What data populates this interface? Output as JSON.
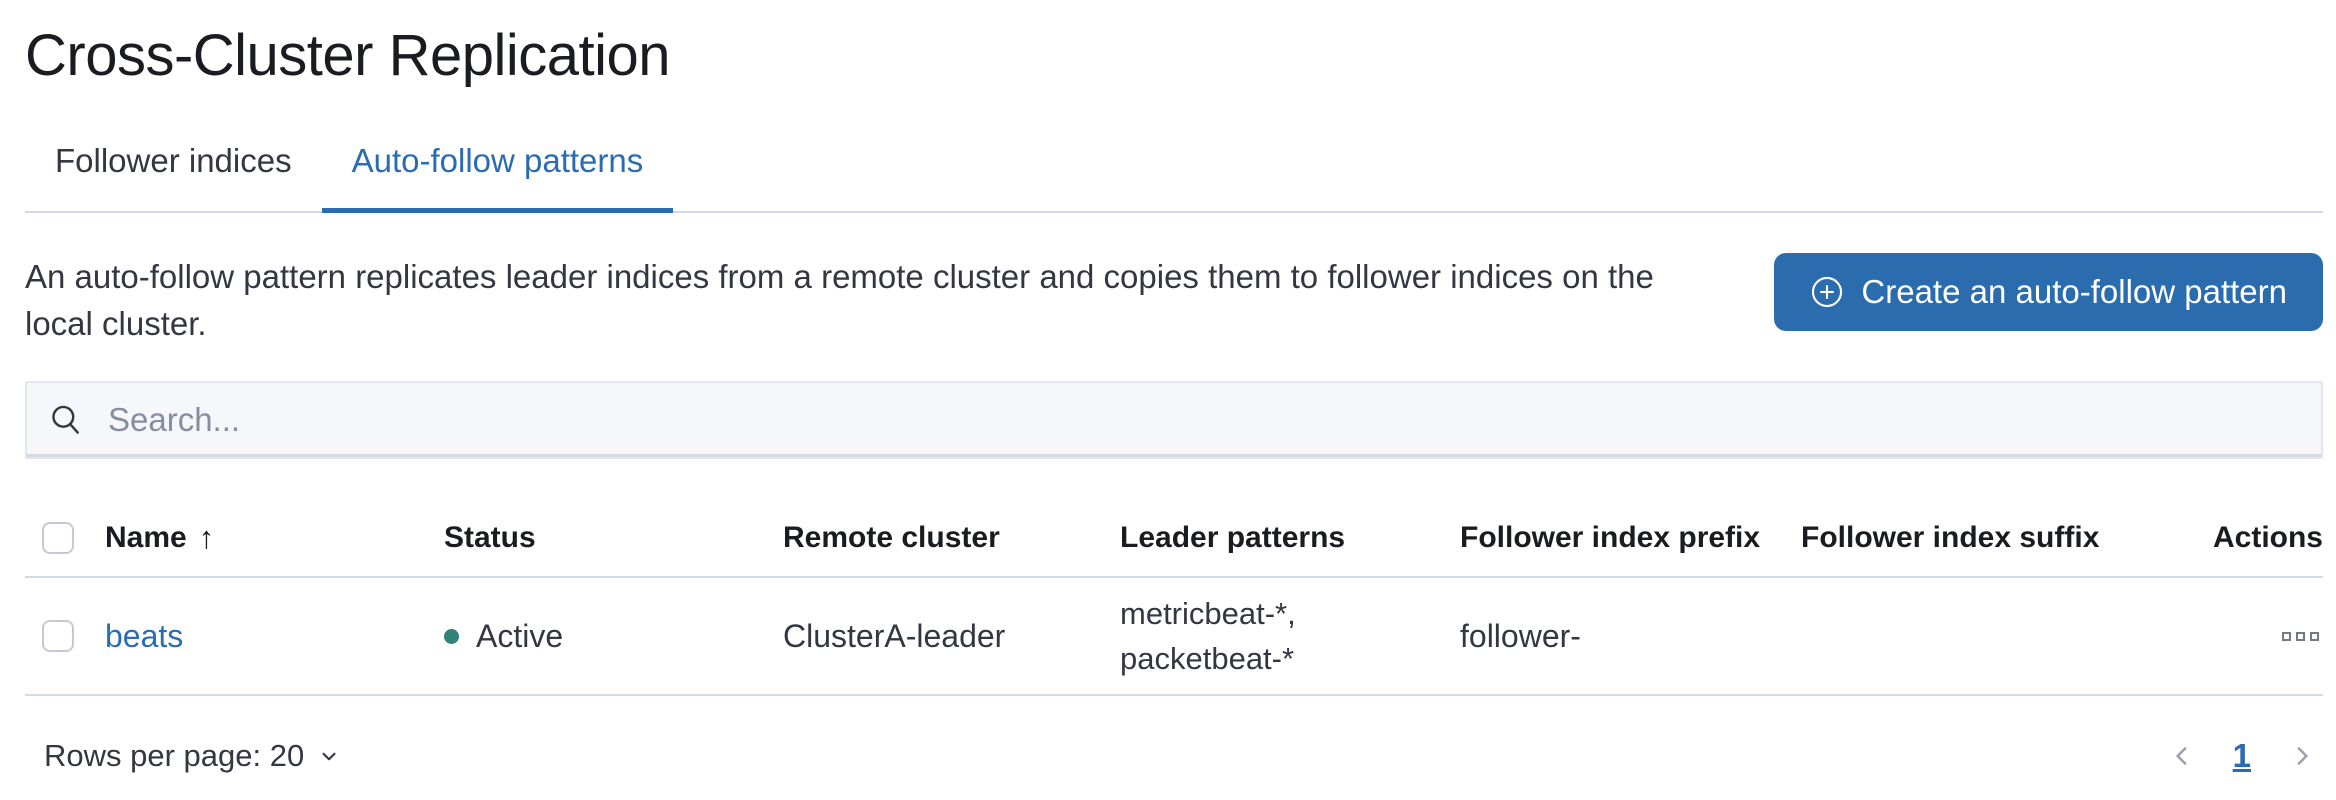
{
  "page": {
    "title": "Cross-Cluster Replication"
  },
  "tabs": [
    {
      "label": "Follower indices",
      "active": false
    },
    {
      "label": "Auto-follow patterns",
      "active": true
    }
  ],
  "description_lines": [
    "An auto-follow pattern replicates leader indices from a remote cluster and copies them to follower indices on the",
    "local cluster."
  ],
  "create_button": {
    "label": "Create an auto-follow pattern",
    "icon": "plus-in-circle-icon"
  },
  "search": {
    "placeholder": "Search...",
    "icon": "search-icon",
    "value": ""
  },
  "table": {
    "columns": [
      "Name",
      "Status",
      "Remote cluster",
      "Leader patterns",
      "Follower index prefix",
      "Follower index suffix",
      "Actions"
    ],
    "sort": {
      "column": "Name",
      "direction": "ascending",
      "icon": "arrow-up-icon"
    },
    "rows": [
      {
        "name": "beats",
        "status": "Active",
        "remote_cluster": "ClusterA-leader",
        "leader_patterns_lines": [
          "metricbeat-*,",
          "packetbeat-*"
        ],
        "follower_index_prefix": "follower-",
        "follower_index_suffix": "",
        "actions_icon": "boxes-horizontal-icon"
      }
    ]
  },
  "footer": {
    "rows_per_page_label": "Rows per page: 20",
    "rows_per_page_icon": "chevron-down-icon",
    "pagination": {
      "prev_icon": "chevron-left-icon",
      "current_page": "1",
      "next_icon": "chevron-right-icon"
    }
  },
  "colors": {
    "accent_blue": "#2a6cb3",
    "button_blue": "#2a6cad",
    "status_active_teal": "#2f8477",
    "border_gray": "#d3dae6",
    "text_dark": "#343741",
    "title_black": "#1a1c21",
    "icon_gray": "#757980",
    "pagination_gray": "#9aa0ac"
  }
}
